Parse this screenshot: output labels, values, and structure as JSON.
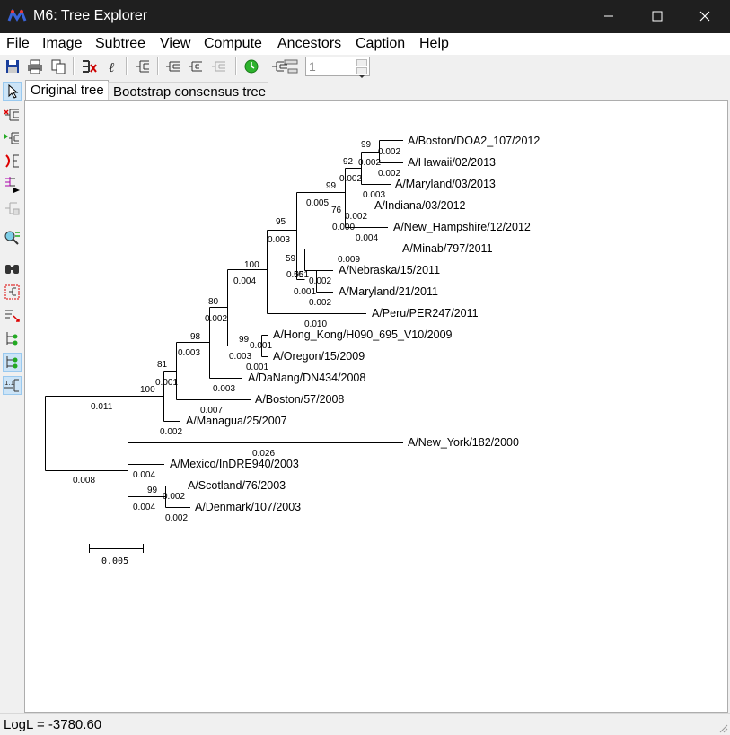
{
  "window": {
    "title": "M6: Tree Explorer"
  },
  "menu": [
    "File",
    "Image",
    "Subtree",
    "View",
    "Compute",
    "Ancestors",
    "Caption",
    "Help"
  ],
  "toolbar": {
    "buttons": [
      "save-icon",
      "print-icon",
      "copy-icon",
      "tree-options-icon",
      "font-icon",
      "subtree-icon",
      "align-left-icon",
      "align-right-icon",
      "align-disabled-icon",
      "clock-icon",
      "tree-layout-icon"
    ],
    "spin_value": "1"
  },
  "left_toolbar": [
    "pointer-icon",
    "flip-subtree-icon",
    "root-icon",
    "swap-icon",
    "compress-icon",
    "disabled-icon",
    "search-zoom-icon",
    "find-icon",
    "select-icon",
    "sort-icon",
    "branch-info-icon",
    "branch-length-icon",
    "scale-icon"
  ],
  "tabs": {
    "original": "Original tree",
    "bootstrap": "Bootstrap consensus tree"
  },
  "tree": {
    "taxa": [
      "A/Boston/DOA2_107/2012",
      "A/Hawaii/02/2013",
      "A/Maryland/03/2013",
      "A/Indiana/03/2012",
      "A/New_Hampshire/12/2012",
      "A/Minab/797/2011",
      "A/Nebraska/15/2011",
      "A/Maryland/21/2011",
      "A/Peru/PER247/2011",
      "A/Hong_Kong/H090_695_V10/2009",
      "A/Oregon/15/2009",
      "A/DaNang/DN434/2008",
      "A/Boston/57/2008",
      "A/Managua/25/2007",
      "A/New_York/182/2000",
      "A/Mexico/InDRE940/2003",
      "A/Scotland/76/2003",
      "A/Denmark/107/2003"
    ],
    "bootstrap": [
      "99",
      "92",
      "99",
      "76",
      "95",
      "59",
      "55",
      "100",
      "80",
      "99",
      "98",
      "81",
      "100",
      "99"
    ],
    "branch_lengths": [
      "0.002",
      "0.002",
      "0.002",
      "0.002",
      "0.003",
      "0.005",
      "0.002",
      "0.000",
      "0.004",
      "0.003",
      "0.009",
      "0.002",
      "0.001",
      "0.001",
      "0.002",
      "0.010",
      "0.004",
      "0.002",
      "0.001",
      "0.003",
      "0.001",
      "0.003",
      "0.003",
      "0.001",
      "0.007",
      "0.002",
      "0.011",
      "0.026",
      "0.004",
      "0.008",
      "0.002",
      "0.004",
      "0.002"
    ],
    "scale_label": "0.005"
  },
  "status": {
    "text": "LogL = -3780.60"
  },
  "colors": {
    "titlebar": "#1f1f1f",
    "canvas": "#ffffff",
    "tab_selected": "#cce4f7"
  }
}
